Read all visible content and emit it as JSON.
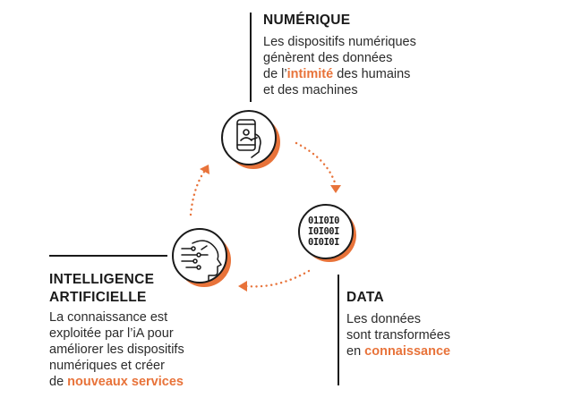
{
  "numerique": {
    "title": "NUMÉRIQUE",
    "line1": "Les dispositifs numériques",
    "line2": "génèrent des données",
    "line3_pre": "de l’",
    "line3_hl": "intimité",
    "line3_post": " des humains",
    "line4": "et des machines"
  },
  "data": {
    "title": "DATA",
    "line1": "Les données",
    "line2": "sont transformées",
    "line3_pre": "en ",
    "line3_hl": "connaissance"
  },
  "ia": {
    "title1": "INTELLIGENCE",
    "title2": "ARTIFICIELLE",
    "line1": "La connaissance est",
    "line2": "exploitée par l’iA pour",
    "line3": "améliorer les dispositifs",
    "line4": "numériques et créer",
    "line5_pre": "de ",
    "line5_hl": "nouveaux services"
  },
  "binary": {
    "row1": "01I0I0",
    "row2": "I0I00I",
    "row3": "0I0I0I"
  },
  "colors": {
    "accent": "#e8733a",
    "dark": "#1a1a1a",
    "text": "#2b2b2b"
  },
  "icons": [
    "smartphone-hand-icon",
    "binary-code-icon",
    "ai-head-icon"
  ]
}
